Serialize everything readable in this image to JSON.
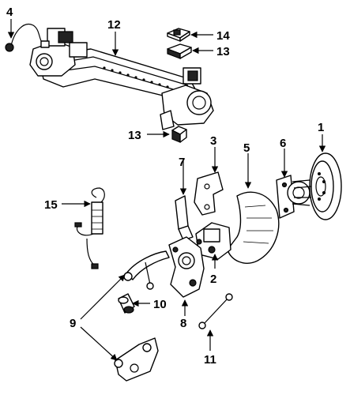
{
  "callouts": {
    "c1": "1",
    "c2": "2",
    "c3": "3",
    "c4": "4",
    "c5": "5",
    "c6": "6",
    "c7": "7",
    "c8": "8",
    "c9": "9",
    "c10": "10",
    "c11": "11",
    "c12": "12",
    "c13a": "13",
    "c13b": "13",
    "c14": "14",
    "c15": "15"
  }
}
